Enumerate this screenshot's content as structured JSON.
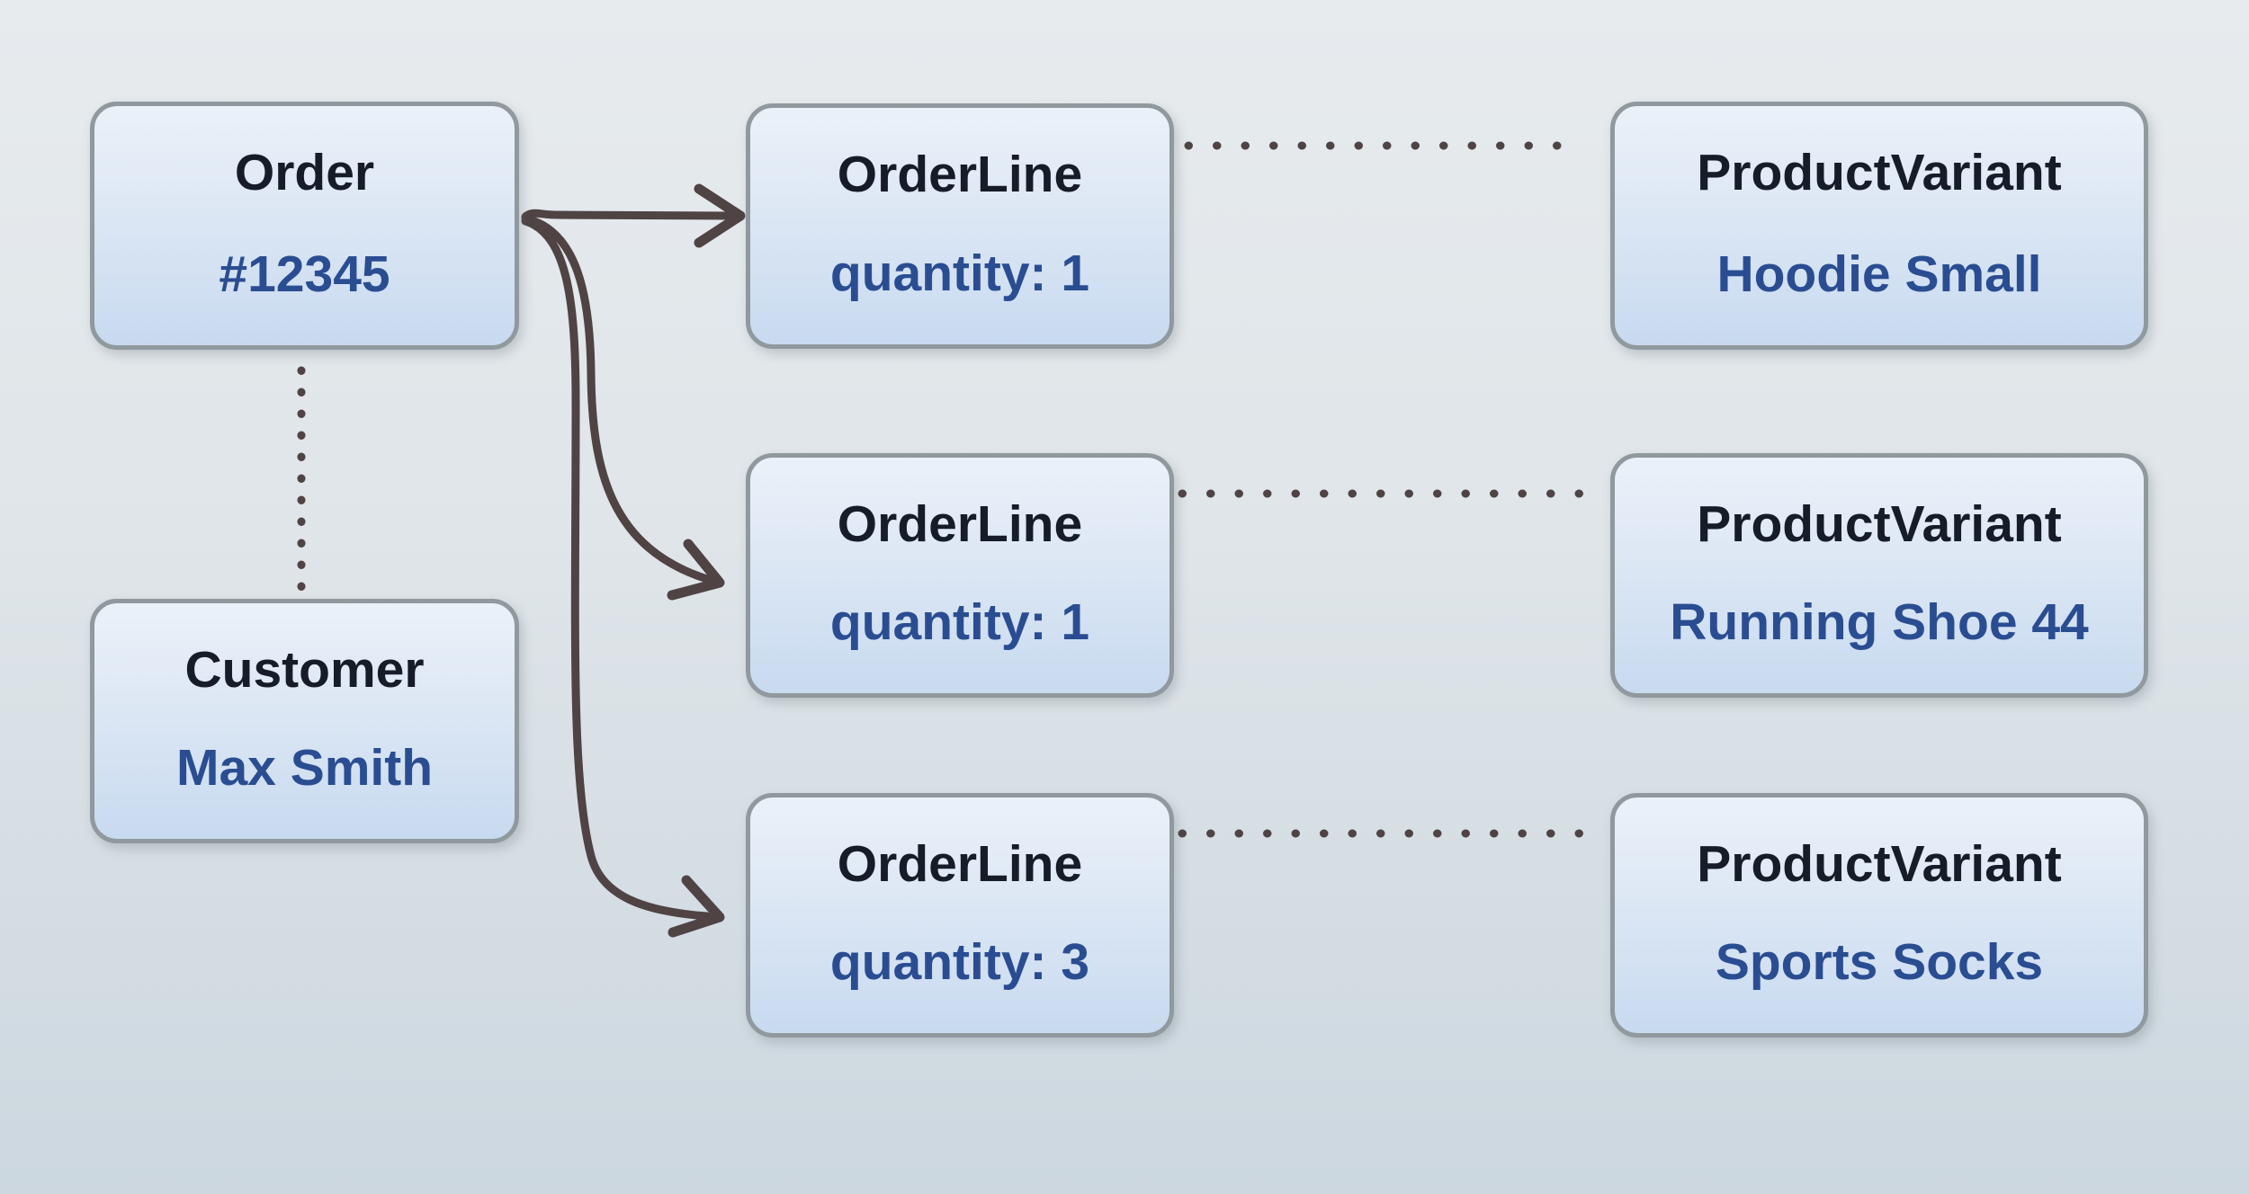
{
  "nodes": {
    "order": {
      "title": "Order",
      "value": "#12345"
    },
    "customer": {
      "title": "Customer",
      "value": "Max Smith"
    },
    "order_lines": [
      {
        "title": "OrderLine",
        "value": "quantity: 1"
      },
      {
        "title": "OrderLine",
        "value": "quantity: 1"
      },
      {
        "title": "OrderLine",
        "value": "quantity: 3"
      }
    ],
    "product_variants": [
      {
        "title": "ProductVariant",
        "value": "Hoodie Small"
      },
      {
        "title": "ProductVariant",
        "value": "Running Shoe 44"
      },
      {
        "title": "ProductVariant",
        "value": "Sports Socks"
      }
    ]
  },
  "connections": [
    {
      "from": "Order #12345",
      "to": "OrderLine quantity: 1 (row 1)",
      "style": "solid-arrow"
    },
    {
      "from": "Order #12345",
      "to": "OrderLine quantity: 1 (row 2)",
      "style": "solid-arrow"
    },
    {
      "from": "Order #12345",
      "to": "OrderLine quantity: 3 (row 3)",
      "style": "solid-arrow"
    },
    {
      "from": "Order #12345",
      "to": "Customer Max Smith",
      "style": "dotted"
    },
    {
      "from": "OrderLine (row 1)",
      "to": "ProductVariant Hoodie Small",
      "style": "dotted"
    },
    {
      "from": "OrderLine (row 2)",
      "to": "ProductVariant Running Shoe 44",
      "style": "dotted"
    },
    {
      "from": "OrderLine (row 3)",
      "to": "ProductVariant Sports Socks",
      "style": "dotted"
    }
  ],
  "colors": {
    "background_top": "#e7ebee",
    "background_bottom": "#ccd7df",
    "node_border": "#8f999e",
    "node_fill_top": "#ebf1f9",
    "node_fill_bottom": "#c8daf0",
    "title_text": "#161c28",
    "value_text": "#2a4d92",
    "connector": "#4f4344"
  }
}
